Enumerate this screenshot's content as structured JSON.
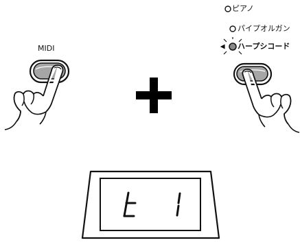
{
  "left_button": {
    "label": "MIDI"
  },
  "operator": "+",
  "voice_list": {
    "items": [
      {
        "label": "ピアノ",
        "selected": false
      },
      {
        "label": "パイプオルガン",
        "selected": false
      },
      {
        "label": "ハープシコード",
        "selected": true
      }
    ]
  },
  "display": {
    "left_char": "t",
    "right_char": "1"
  },
  "colors": {
    "ink": "#111111",
    "button_fill": "#a6a6a6",
    "background": "#ffffff"
  }
}
